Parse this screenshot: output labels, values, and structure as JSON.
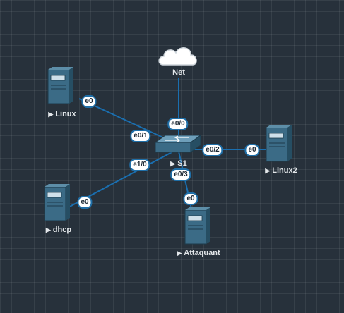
{
  "colors": {
    "link": "#1a6fb0",
    "device_fill": "#3b6b86",
    "device_dark": "#264e63",
    "background": "#27313b"
  },
  "nodes": {
    "net": {
      "label": "Net",
      "icon": "cloud-icon"
    },
    "linux": {
      "label": "Linux",
      "icon": "server-icon"
    },
    "linux2": {
      "label": "Linux2",
      "icon": "server-icon"
    },
    "dhcp": {
      "label": "dhcp",
      "icon": "server-icon"
    },
    "attaquant": {
      "label": "Attaquant",
      "icon": "server-icon"
    },
    "s1": {
      "label": "S1",
      "icon": "switch-icon"
    }
  },
  "interfaces": {
    "linux_e0": "e0",
    "s1_e0_1": "e0/1",
    "net_e0_0": "e0/0",
    "s1_e0_2": "e0/2",
    "linux2_e0": "e0",
    "s1_e1_0": "e1/0",
    "dhcp_e0": "e0",
    "s1_e0_3": "e0/3",
    "attaquant_e0": "e0"
  },
  "marker": "▶"
}
